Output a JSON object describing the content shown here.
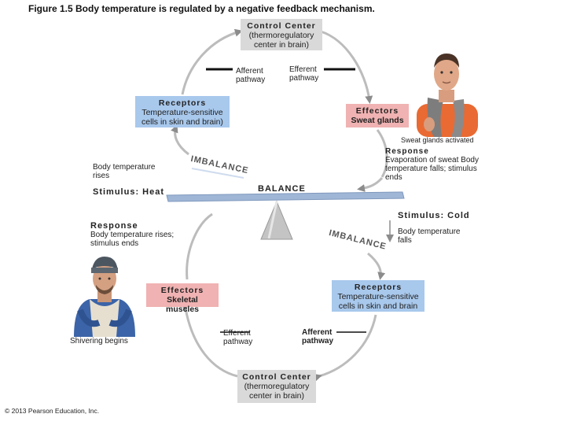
{
  "figure": {
    "title": "Figure 1.5  Body temperature is regulated by a negative feedback mechanism."
  },
  "top_loop": {
    "control_center": {
      "title": "Control Center",
      "desc": "(thermoregulatory center in brain)"
    },
    "afferent": "Afferent pathway",
    "efferent": "Efferent pathway",
    "receptors": {
      "title": "Receptors",
      "desc": "Temperature-sensitive cells in skin and brain)"
    },
    "effectors": {
      "title": "Effectors",
      "desc": "Sweat glands"
    },
    "sweat_note": "Sweat glands activated",
    "response": {
      "title": "Response",
      "desc": "Evaporation of sweat Body temperature falls; stimulus ends"
    },
    "stimulus": "Stimulus: Heat",
    "stimulus_detail": "Body temperature rises"
  },
  "balance": {
    "imbalance_top": "IMBALANCE",
    "balance": "BALANCE",
    "imbalance_bottom": "IMBALANCE"
  },
  "bottom_loop": {
    "stimulus": "Stimulus: Cold",
    "stimulus_detail": "Body temperature falls",
    "response": {
      "title": "Response",
      "desc": "Body temperature rises; stimulus ends"
    },
    "effectors": {
      "title": "Effectors",
      "desc": "Skeletal muscles"
    },
    "receptors": {
      "title": "Receptors",
      "desc": "Temperature-sensitive cells in skin and brain"
    },
    "shiver_note": "Shivering begins",
    "efferent": "Efferent pathway",
    "afferent": "Afferent pathway",
    "control_center": {
      "title": "Control Center",
      "desc": "(thermoregulatory center in brain)"
    }
  },
  "copyright": "© 2013 Pearson Education, Inc.",
  "colors": {
    "receptor_box": "#a8c8ec",
    "effector_box": "#f0b2b2",
    "control_box": "#d9d9d9",
    "arrow": "#8c8c8c",
    "beam": "#9fb6d6"
  }
}
